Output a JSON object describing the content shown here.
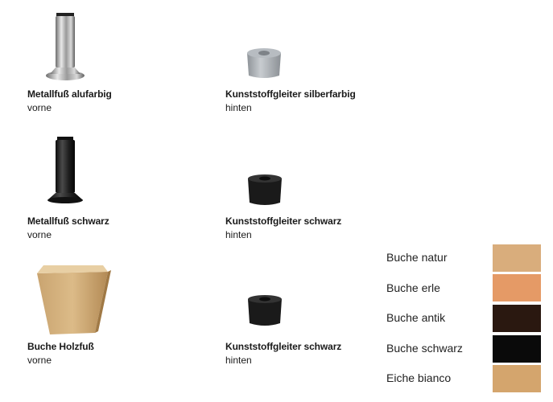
{
  "products": [
    {
      "title": "Metallfuß alufarbig",
      "position": "vorne",
      "icon": "chrome-metal-foot-icon"
    },
    {
      "title": "Kunststoffgleiter silberfarbig",
      "position": "hinten",
      "icon": "silver-plastic-glider-icon"
    },
    {
      "title": "Metallfuß schwarz",
      "position": "vorne",
      "icon": "black-metal-foot-icon"
    },
    {
      "title": "Kunststoffgleiter schwarz",
      "position": "hinten",
      "icon": "black-plastic-glider-icon"
    },
    {
      "title": "Buche Holzfuß",
      "position": "vorne",
      "icon": "beech-wood-foot-icon"
    },
    {
      "title": "Kunststoffgleiter schwarz",
      "position": "hinten",
      "icon": "black-plastic-glider-icon"
    }
  ],
  "finishes": [
    {
      "label": "Buche natur",
      "color": "#d9ad7c"
    },
    {
      "label": "Buche erle",
      "color": "#e59a66"
    },
    {
      "label": "Buche antik",
      "color": "#2a1810"
    },
    {
      "label": "Buche schwarz",
      "color": "#0a0a0a"
    },
    {
      "label": "Eiche bianco",
      "color": "#d4a56d"
    }
  ]
}
